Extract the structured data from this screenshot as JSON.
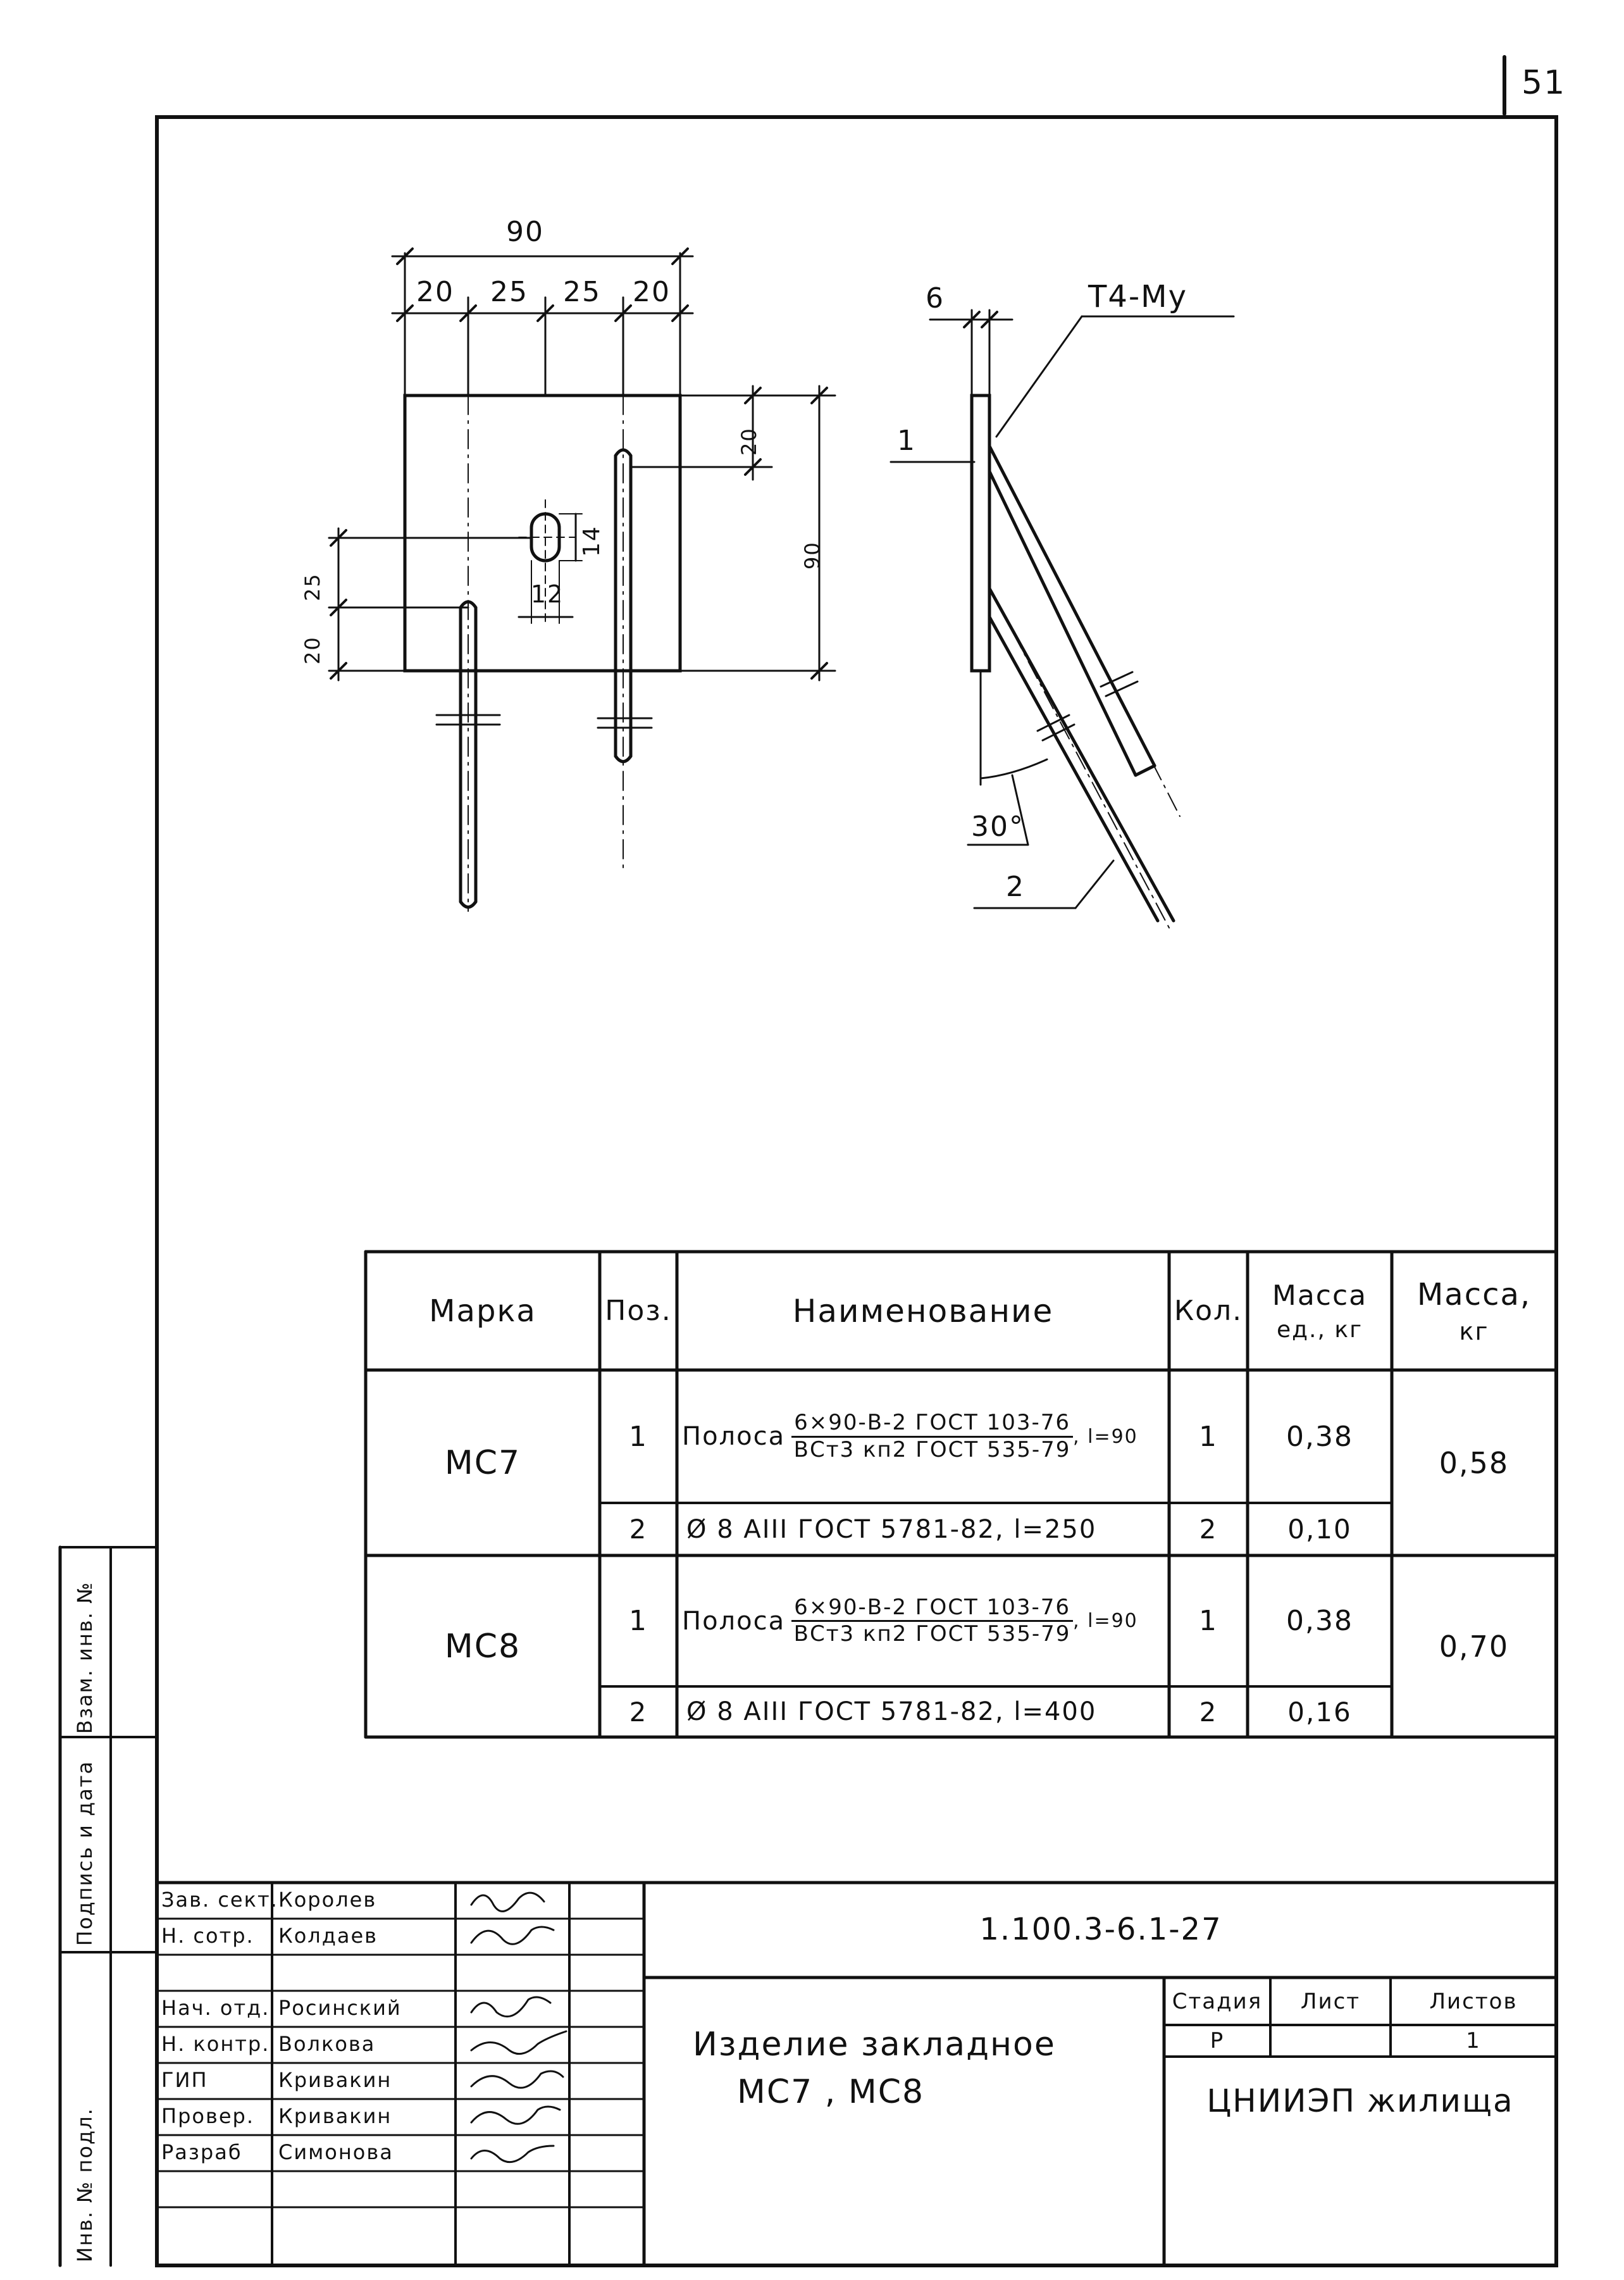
{
  "sheet": {
    "page_number": "51",
    "side_stamps": [
      "Взам. инв. №",
      "Подпись и дата",
      "Инв. № подл."
    ]
  },
  "drawing": {
    "front_view": {
      "overall_width": "90",
      "width_parts": [
        "20",
        "25",
        "25",
        "20"
      ],
      "overall_height": "90",
      "top_offset": "20",
      "left_dims": [
        "25",
        "20"
      ],
      "hole_width": "12",
      "hole_height": "14"
    },
    "side_view": {
      "thickness": "6",
      "weld_code": "Т4-Му",
      "position_1": "1",
      "position_2": "2",
      "angle": "30°"
    }
  },
  "spec_table": {
    "headers": {
      "mark": "Марка",
      "pos": "Поз.",
      "name": "Наименование",
      "qty": "Кол.",
      "unit_mass_line1": "Масса",
      "unit_mass_line2": "ед., кг",
      "mass_line1": "Масса,",
      "mass_line2": "кг"
    },
    "groups": [
      {
        "mark": "МС7",
        "total_mass": "0,58",
        "rows": [
          {
            "pos": "1",
            "name_prefix": "Полоса",
            "frac_top": "6×90-В-2 ГОСТ 103-76",
            "frac_bottom": "ВСт3 кп2 ГОСТ 535-79",
            "name_suffix": ", l=90",
            "qty": "1",
            "unit_mass": "0,38"
          },
          {
            "pos": "2",
            "name_text": "Ø 8 АIII ГОСТ 5781-82, l=250",
            "qty": "2",
            "unit_mass": "0,10"
          }
        ]
      },
      {
        "mark": "МС8",
        "total_mass": "0,70",
        "rows": [
          {
            "pos": "1",
            "name_prefix": "Полоса",
            "frac_top": "6×90-В-2 ГОСТ 103-76",
            "frac_bottom": "ВСт3 кп2 ГОСТ 535-79",
            "name_suffix": ", l=90",
            "qty": "1",
            "unit_mass": "0,38"
          },
          {
            "pos": "2",
            "name_text": "Ø 8 АIII ГОСТ 5781-82, l=400",
            "qty": "2",
            "unit_mass": "0,16"
          }
        ]
      }
    ]
  },
  "title_block": {
    "staff": [
      {
        "role": "Зав. сект.",
        "name": "Королев"
      },
      {
        "role": "Н. сотр.",
        "name": "Колдаев"
      },
      {
        "role": "",
        "name": ""
      },
      {
        "role": "Нач. отд.",
        "name": "Росинский"
      },
      {
        "role": "Н. контр.",
        "name": "Волкова"
      },
      {
        "role": "ГИП",
        "name": "Кривакин"
      },
      {
        "role": "Провер.",
        "name": "Кривакин"
      },
      {
        "role": "Разраб",
        "name": "Симонова"
      }
    ],
    "doc_code": "1.100.3-6.1-27",
    "title_line1": "Изделие закладное",
    "title_line2": "МС7 , МС8",
    "stage_label": "Стадия",
    "sheet_label": "Лист",
    "sheets_label": "Листов",
    "stage_value": "Р",
    "sheet_value": "",
    "sheets_value": "1",
    "organization": "ЦНИИЭП жилища"
  }
}
